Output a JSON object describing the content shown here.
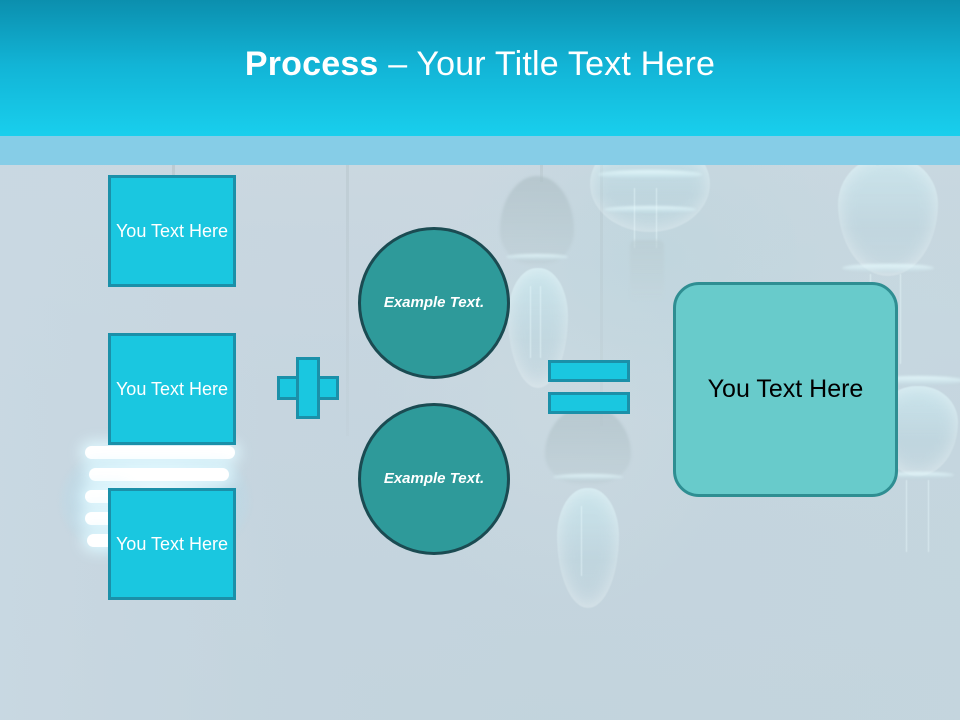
{
  "slide": {
    "title_strong": "Process",
    "title_light": " – Your Title Text Here",
    "header_color": "#14bcdb",
    "subband_color": "#86cde7",
    "background_color": "#c9d7e0"
  },
  "inputs": {
    "accent_color": "#1ac7e0",
    "border_color": "#1b90a9",
    "boxes": [
      {
        "label": "You Text Here"
      },
      {
        "label": "You Text Here"
      },
      {
        "label": "You Text Here"
      }
    ]
  },
  "operators": {
    "plus": {
      "symbol": "+",
      "name": "plus-sign",
      "color": "#1ac7e0"
    },
    "equals": {
      "symbol": "=",
      "name": "equals-sign",
      "color": "#1ac7e0"
    }
  },
  "circles": {
    "fill_color": "#2e9a9a",
    "border_color": "#1b4b52",
    "items": [
      {
        "label": "Example Text."
      },
      {
        "label": "Example Text."
      }
    ]
  },
  "result": {
    "label": "You Text Here",
    "fill_color": "#68cbcb",
    "border_color": "#2f8e92",
    "text_color": "#000000"
  },
  "background_art": {
    "description": "faded hanging light bulbs photograph",
    "glow_bulb": "cfl-spiral-bulb"
  }
}
